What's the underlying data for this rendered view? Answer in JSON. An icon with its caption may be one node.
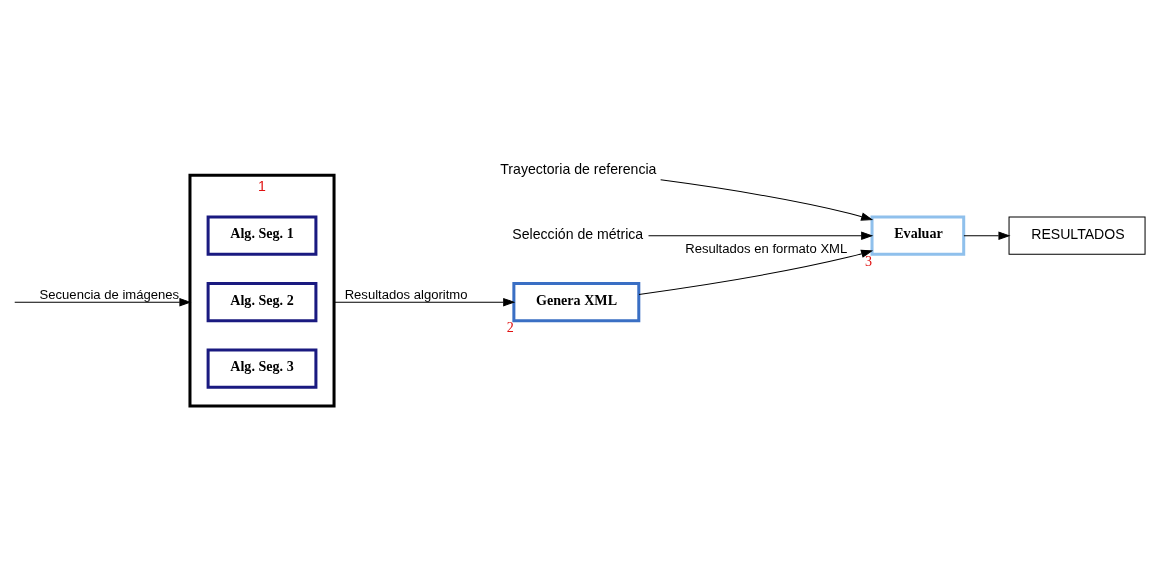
{
  "diagram": {
    "nodes": [
      {
        "text": [],
        "shape": "box",
        "beside": [
          "1"
        ]
      },
      {
        "text": [
          "Alg. Seg. 1"
        ],
        "in": 0
      },
      {
        "text": [
          "Alg. Seg. 2"
        ],
        "in": 0
      },
      {
        "text": [
          "Alg. Seg. 3"
        ],
        "in": 0
      },
      {
        "text": [
          "Genera XML"
        ],
        "beside": [
          "2"
        ]
      },
      {
        "text": [
          "Evaluar"
        ],
        "beside": [
          "3"
        ]
      },
      {
        "text": [
          "RESULTADOS"
        ]
      },
      {
        "text": [
          "Trayectoria de referencia"
        ]
      },
      {
        "text": [
          "Selección de métrica"
        ]
      }
    ],
    "edges": [
      {
        "from": null,
        "to": 0,
        "arrow": "to",
        "label": "Secuencia de imágenes"
      },
      {
        "from": 0,
        "to": 4,
        "arrow": "to",
        "label": "Resultados algoritmo"
      },
      {
        "from": 4,
        "to": 5,
        "arrow": "to",
        "label": "Resultados en formato XML"
      },
      {
        "from": 7,
        "to": 5,
        "arrow": "to"
      },
      {
        "from": 8,
        "to": 5,
        "arrow": "to"
      },
      {
        "from": 5,
        "to": 6,
        "arrow": "to"
      }
    ]
  }
}
